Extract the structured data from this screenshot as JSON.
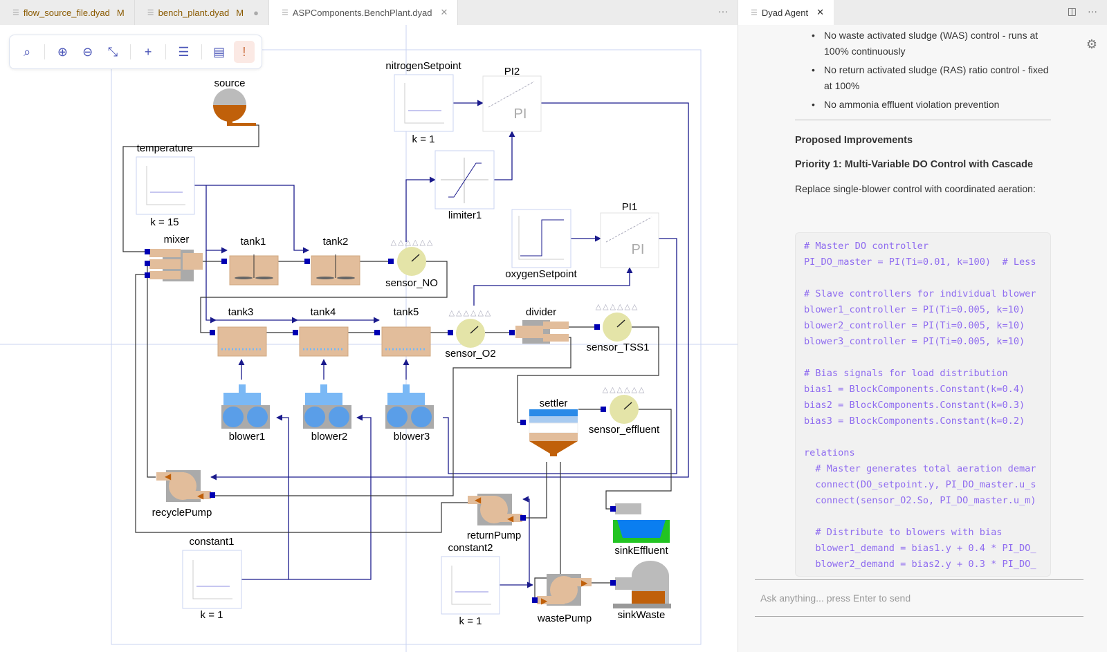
{
  "editor": {
    "tabs": [
      {
        "label": "flow_source_file.dyad",
        "status": "M"
      },
      {
        "label": "bench_plant.dyad",
        "status": "M"
      },
      {
        "label": "ASPComponents.BenchPlant.dyad"
      }
    ],
    "more": "···",
    "toolbar": {
      "icons": [
        "search-icon",
        "zoom-in-icon",
        "zoom-out-icon",
        "fit-icon",
        "add-icon",
        "settings-sliders-icon",
        "layout-icon",
        "warning-icon"
      ]
    }
  },
  "diagram": {
    "components": {
      "source": "source",
      "nitrogenSetpoint": "nitrogenSetpoint",
      "nitrogenSetpoint_k": "k = 1",
      "PI2": "PI2",
      "PI1": "PI1",
      "pi_text": "PI",
      "temperature": "temperature",
      "temperature_k": "k = 15",
      "limiter1": "limiter1",
      "oxygenSetpoint": "oxygenSetpoint",
      "mixer": "mixer",
      "tank1": "tank1",
      "tank2": "tank2",
      "sensor_NO": "sensor_NO",
      "tank3": "tank3",
      "tank4": "tank4",
      "tank5": "tank5",
      "sensor_O2": "sensor_O2",
      "divider": "divider",
      "sensor_TSS1": "sensor_TSS1",
      "blower1": "blower1",
      "blower2": "blower2",
      "blower3": "blower3",
      "settler": "settler",
      "sensor_effluent": "sensor_effluent",
      "recyclePump": "recyclePump",
      "returnPump": "returnPump",
      "constant1": "constant1",
      "constant1_k": "k = 1",
      "constant2": "constant2",
      "constant2_k": "k = 1",
      "wastePump": "wastePump",
      "sinkEffluent": "sinkEffluent",
      "sinkWaste": "sinkWaste"
    },
    "colors": {
      "connector": "#0000b3",
      "signal": "#1a1a8c",
      "tank": "#e2bd9b",
      "blower": "#7ab8f5",
      "sensor": "#e4e4a8"
    }
  },
  "agent": {
    "tab_label": "Dyad Agent",
    "bullets": [
      "No waste activated sludge (WAS) control - runs at 100% continuously",
      "No return activated sludge (RAS) ratio control - fixed at 100%",
      "No ammonia effluent violation prevention"
    ],
    "heading": "Proposed Improvements",
    "subheading": "Priority 1: Multi-Variable DO Control with Cascade",
    "paragraph": "Replace single-blower control with coordinated aeration:",
    "code_lines": [
      "# Master DO controller",
      "PI_DO_master = PI(Ti=0.01, k=100)  # Less",
      "",
      "# Slave controllers for individual blower",
      "blower1_controller = PI(Ti=0.005, k=10)",
      "blower2_controller = PI(Ti=0.005, k=10)",
      "blower3_controller = PI(Ti=0.005, k=10)",
      "",
      "# Bias signals for load distribution",
      "bias1 = BlockComponents.Constant(k=0.4)",
      "bias2 = BlockComponents.Constant(k=0.3)",
      "bias3 = BlockComponents.Constant(k=0.2)",
      "",
      "relations",
      "  # Master generates total aeration demar",
      "  connect(DO_setpoint.y, PI_DO_master.u_s",
      "  connect(sensor_O2.So, PI_DO_master.u_m)",
      "",
      "  # Distribute to blowers with bias",
      "  blower1_demand = bias1.y + 0.4 * PI_DO_",
      "  blower2_demand = bias2.y + 0.3 * PI_DO_"
    ],
    "input_placeholder": "Ask anything... press Enter to send"
  }
}
